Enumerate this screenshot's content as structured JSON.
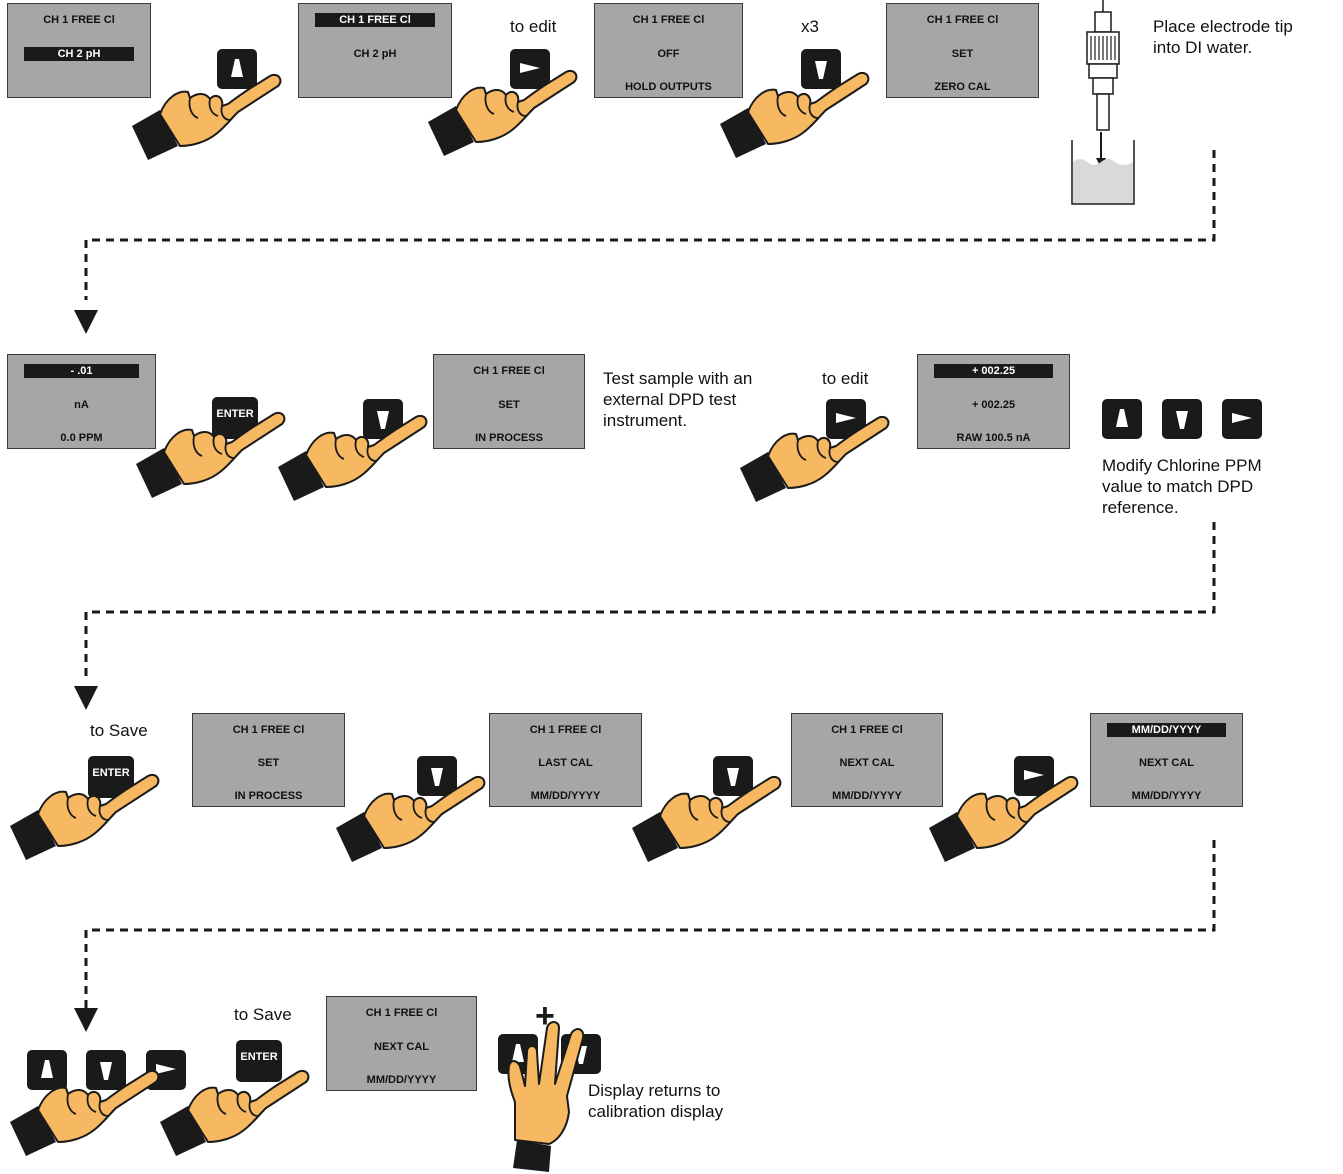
{
  "steps": {
    "row1": {
      "lcd1": {
        "line1": "CH 1 FREE Cl",
        "line2": "CH 2 pH"
      },
      "lcd2": {
        "line1": "CH 1 FREE Cl",
        "line2": "CH 2 pH"
      },
      "label_edit": "to edit",
      "lcd3": {
        "line1": "CH 1 FREE Cl",
        "line2": "OFF",
        "line3": "HOLD OUTPUTS"
      },
      "label_x3": "x3",
      "lcd4": {
        "line1": "CH 1 FREE Cl",
        "line2": "SET",
        "line3": "ZERO CAL"
      },
      "note_line1": "Place electrode tip",
      "note_line2": "into DI water."
    },
    "row2": {
      "lcd1": {
        "line1": "- .01",
        "line2": "nA",
        "line3": "0.0 PPM"
      },
      "enter_label": "ENTER",
      "lcd2": {
        "line1": "CH 1 FREE Cl",
        "line2": "SET",
        "line3": "IN PROCESS"
      },
      "note_line1": "Test sample with an",
      "note_line2": "external DPD test",
      "note_line3": "instrument.",
      "label_edit": "to edit",
      "lcd3": {
        "line1": "+ 002.25",
        "line2": "+ 002.25",
        "line3": "RAW 100.5 nA"
      },
      "modify_line1": "Modify Chlorine PPM",
      "modify_line2": "value to match DPD",
      "modify_line3": "reference."
    },
    "row3": {
      "label_save": "to Save",
      "enter_label": "ENTER",
      "lcd1": {
        "line1": "CH 1 FREE Cl",
        "line2": "SET",
        "line3": "IN PROCESS"
      },
      "lcd2": {
        "line1": "CH 1 FREE Cl",
        "line2": "LAST CAL",
        "line3": "MM/DD/YYYY"
      },
      "lcd3": {
        "line1": "CH 1 FREE Cl",
        "line2": "NEXT CAL",
        "line3": "MM/DD/YYYY"
      },
      "lcd4": {
        "line1": "MM/DD/YYYY",
        "line2": "NEXT CAL",
        "line3": "MM/DD/YYYY"
      }
    },
    "row4": {
      "label_save": "to Save",
      "enter_label": "ENTER",
      "lcd1": {
        "line1": "CH 1 FREE Cl",
        "line2": "NEXT CAL",
        "line3": "MM/DD/YYYY"
      },
      "plus": "+",
      "note_line1": "Display returns to",
      "note_line2": "calibration display"
    }
  },
  "colors": {
    "lcd": "#a6a6a6",
    "button": "#1a1a1a",
    "hand": "#f6b860",
    "sleeve": "#1a1a1a",
    "connector": "#1a1a1a"
  },
  "icons": [
    "up-arrow-icon",
    "down-arrow-icon",
    "right-arrow-icon",
    "pointing-hand-icon",
    "electrode-icon",
    "beaker-icon"
  ]
}
